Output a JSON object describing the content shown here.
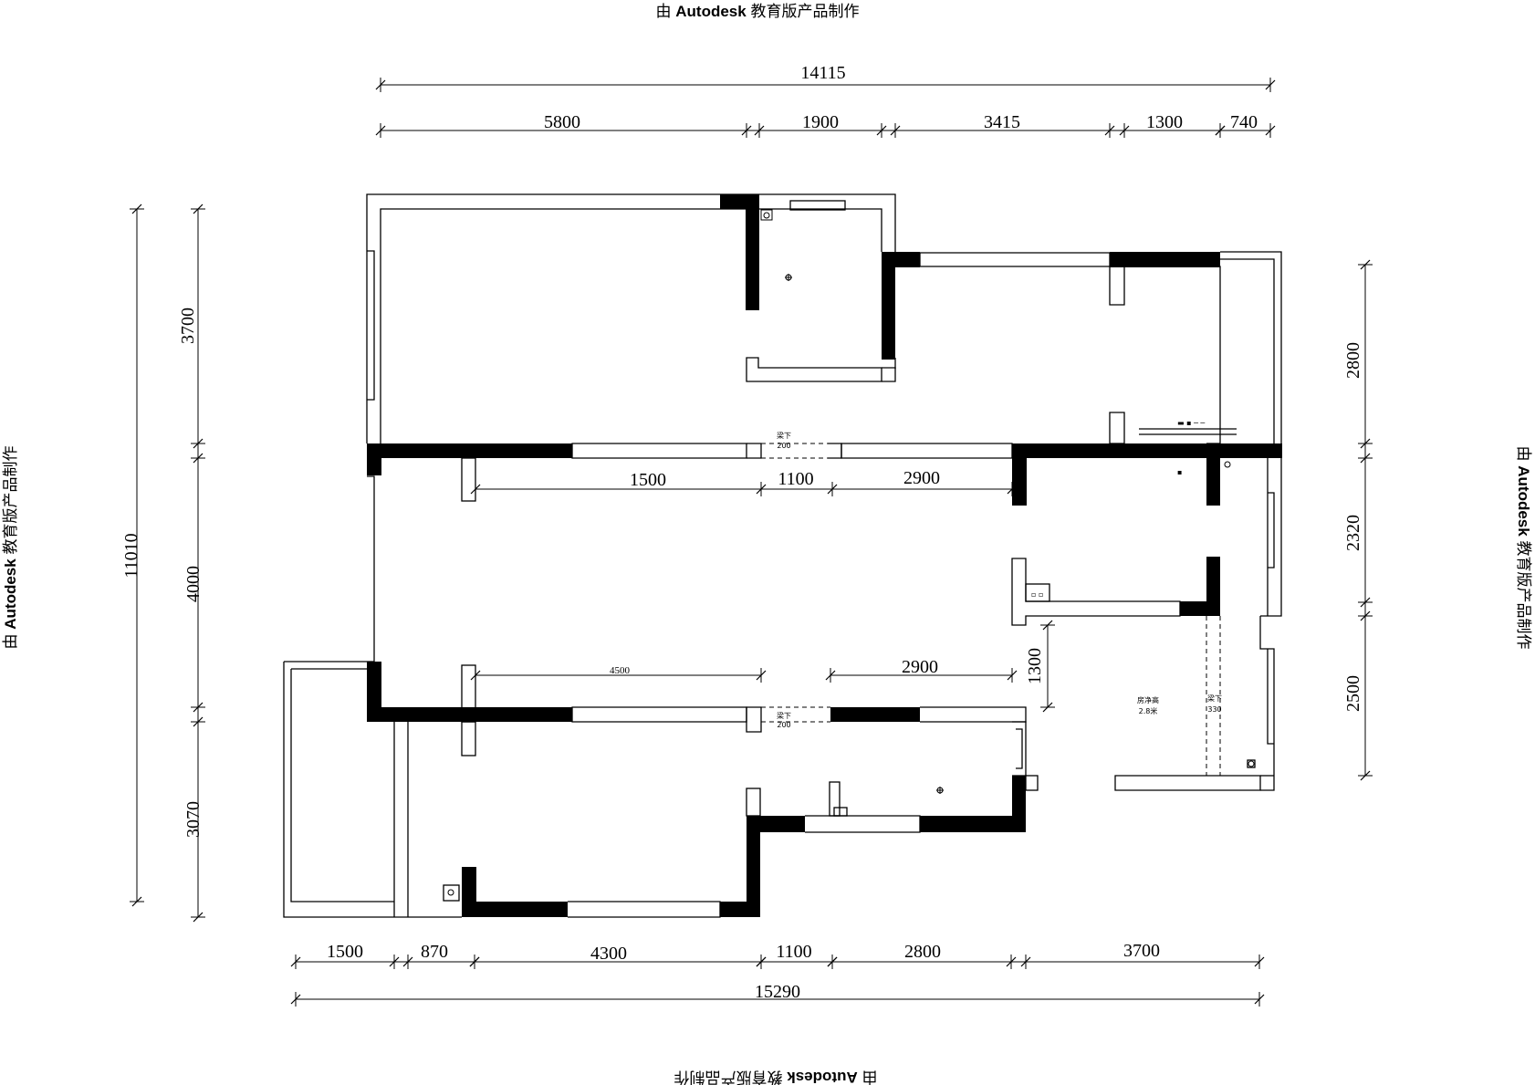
{
  "watermark": {
    "prefix": "由",
    "brand": "Autodesk",
    "suffix": "教育版产品制作"
  },
  "dimensions": {
    "top_total": "14115",
    "top_segments": [
      "5800",
      "1900",
      "3415",
      "1300",
      "740"
    ],
    "left_total": "11010",
    "left_segments": [
      "3700",
      "4000",
      "3070"
    ],
    "right_segments": [
      "2800",
      "2320",
      "2500"
    ],
    "bottom_segments": [
      "1500",
      "870",
      "4300",
      "1100",
      "2800",
      "3700"
    ],
    "bottom_total": "15290",
    "inner_row1": [
      "1500",
      "1100",
      "2900"
    ],
    "inner_row2": [
      "4500",
      "2900"
    ],
    "inner_vertical": "1300"
  },
  "annotations": {
    "beam_label": "梁下",
    "beam_height_upper": "200",
    "beam_height_lower": "200",
    "beam_height_right": "330",
    "ceiling_label": "房净高",
    "ceiling_value": "2.8米"
  }
}
